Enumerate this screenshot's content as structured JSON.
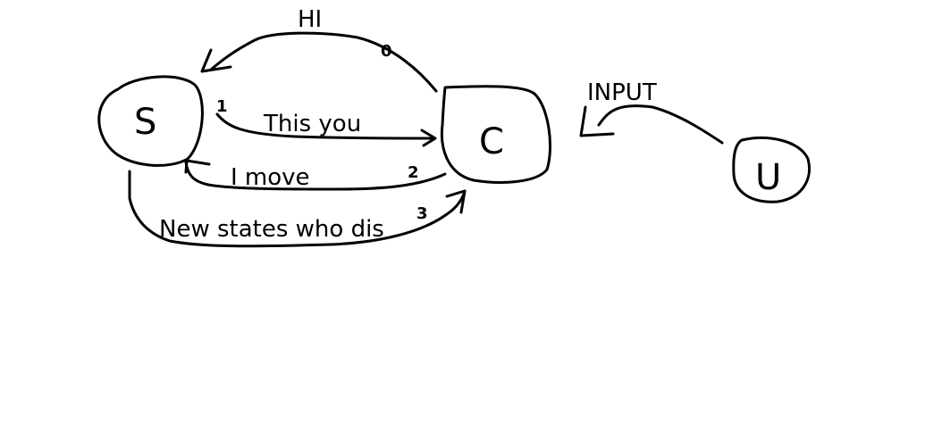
{
  "diagram": {
    "nodes": {
      "s": {
        "label": "S"
      },
      "c": {
        "label": "C"
      },
      "u": {
        "label": "U"
      }
    },
    "edges": {
      "top_arc": {
        "label": "HI",
        "number": "0"
      },
      "to_c": {
        "label": "This you",
        "number": "1"
      },
      "back_to_s": {
        "label": "I move",
        "number": "2"
      },
      "bottom_arc": {
        "label": "New states who dis",
        "number": "3"
      },
      "input": {
        "label": "INPUT"
      }
    }
  },
  "ink_color": "#000000"
}
